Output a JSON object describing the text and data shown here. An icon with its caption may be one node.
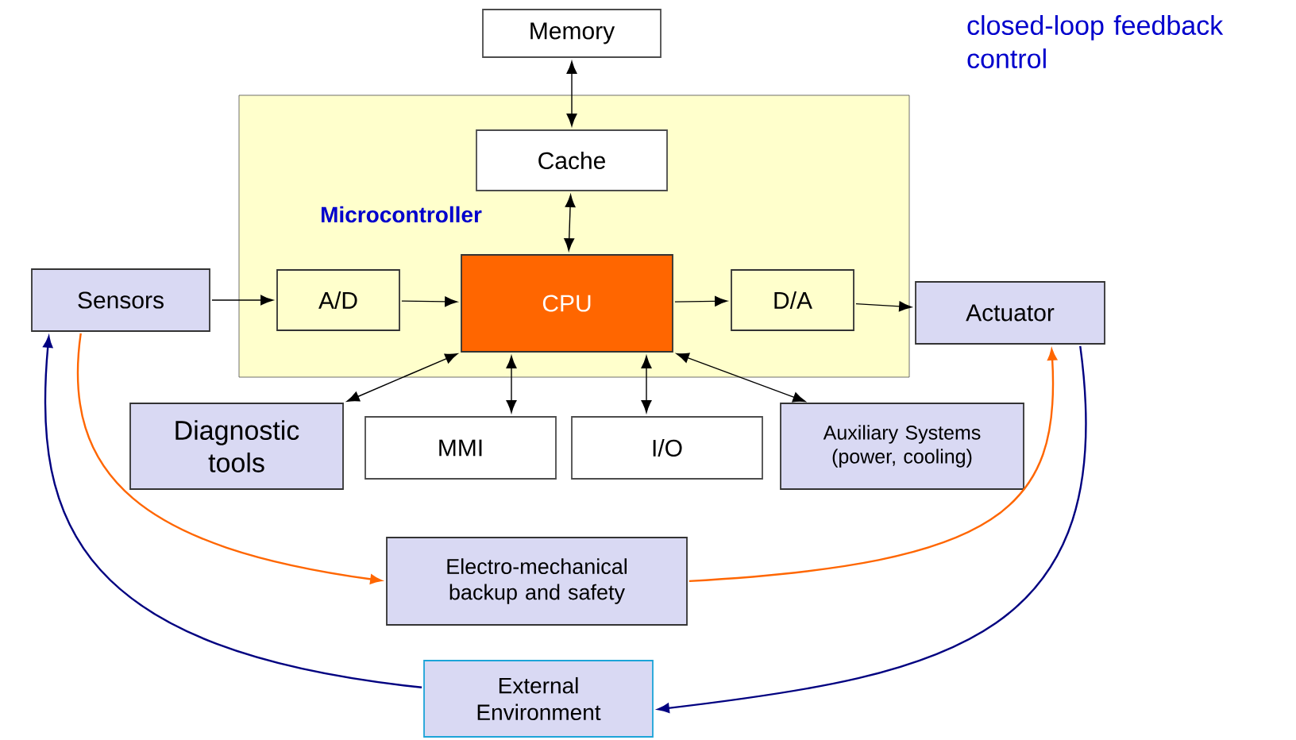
{
  "diagram": {
    "nodes": [
      {
        "text": [
          "Memory"
        ]
      },
      {
        "text": [
          "Microcontroller"
        ]
      },
      {
        "text": [
          "Cache"
        ],
        "in": 1
      },
      {
        "text": [
          "A/D"
        ],
        "in": 1
      },
      {
        "text": [
          "CPU"
        ],
        "in": 1
      },
      {
        "text": [
          "D/A"
        ],
        "in": 1
      },
      {
        "text": [
          "Sensors"
        ]
      },
      {
        "text": [
          "Actuator"
        ]
      },
      {
        "text": [
          "Diagnostic tools"
        ]
      },
      {
        "text": [
          "MMI"
        ]
      },
      {
        "text": [
          "I/O"
        ]
      },
      {
        "text": [
          "Auxiliary Systems (power, cooling)"
        ]
      },
      {
        "text": [
          "Electro-mechanical backup and safety"
        ]
      },
      {
        "text": [
          "External Environment"
        ]
      }
    ],
    "edges": [
      {
        "from": 0,
        "to": 2,
        "arrow": "both"
      },
      {
        "from": 2,
        "to": 4,
        "arrow": "both"
      },
      {
        "from": 6,
        "to": 3,
        "arrow": "to"
      },
      {
        "from": 3,
        "to": 4,
        "arrow": "to"
      },
      {
        "from": 4,
        "to": 5,
        "arrow": "to"
      },
      {
        "from": 5,
        "to": 7,
        "arrow": "to"
      },
      {
        "from": 4,
        "to": 8,
        "arrow": "both"
      },
      {
        "from": 4,
        "to": 9,
        "arrow": "both"
      },
      {
        "from": 4,
        "to": 10,
        "arrow": "both"
      },
      {
        "from": 4,
        "to": 11,
        "arrow": "both"
      },
      {
        "from": 6,
        "to": 12,
        "arrow": "to",
        "color": "#ff6600"
      },
      {
        "from": 12,
        "to": 7,
        "arrow": "to",
        "color": "#ff6600"
      },
      {
        "from": 7,
        "to": 13,
        "arrow": "to",
        "color": "#000080"
      },
      {
        "from": 13,
        "to": 6,
        "arrow": "to",
        "color": "#000080"
      }
    ],
    "labels": [
      "closed-loop feedback control"
    ]
  }
}
